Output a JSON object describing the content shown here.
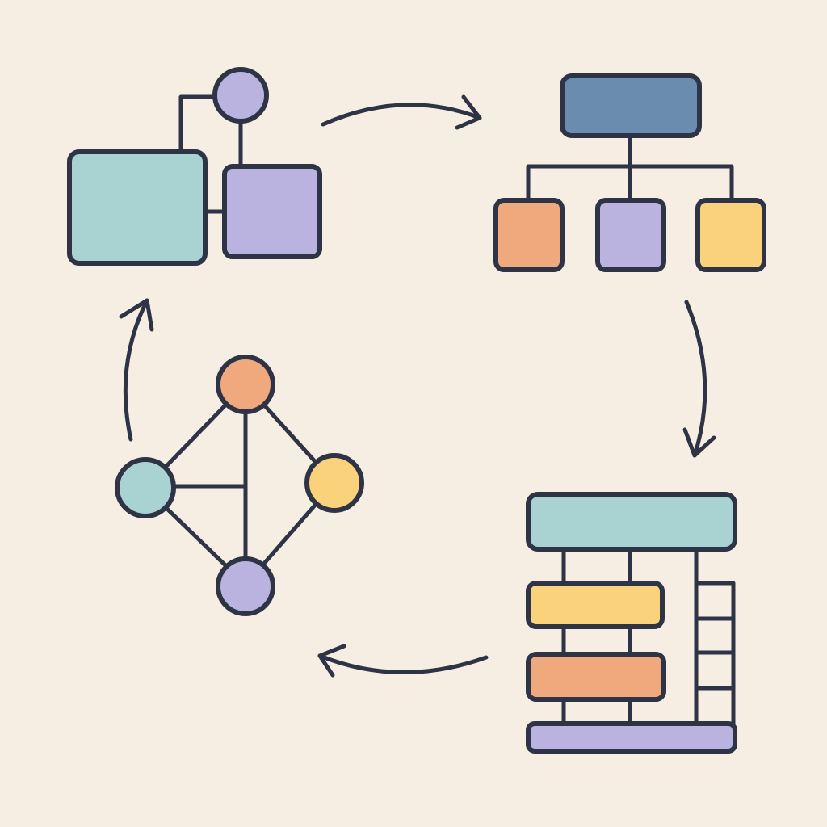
{
  "colors": {
    "background": "#F6EEE2",
    "stroke": "#2E3346",
    "teal": "#A9D3D3",
    "lavender": "#BBB3DF",
    "orange": "#F0A97D",
    "yellow": "#FBD27C",
    "steel_blue": "#6A8CAE"
  },
  "diagrams": [
    {
      "name": "block-diagram",
      "icon": "block-diagram-icon",
      "nodes": 3
    },
    {
      "name": "hierarchy-tree",
      "icon": "org-chart-icon",
      "nodes": 4
    },
    {
      "name": "stacked-layers",
      "icon": "layer-stack-icon",
      "nodes": 4
    },
    {
      "name": "network-graph",
      "icon": "network-graph-icon",
      "nodes": 4
    }
  ],
  "cycle": {
    "direction": "clockwise",
    "arrows": [
      "block-to-tree",
      "tree-to-layers",
      "layers-to-network",
      "network-to-block"
    ]
  }
}
